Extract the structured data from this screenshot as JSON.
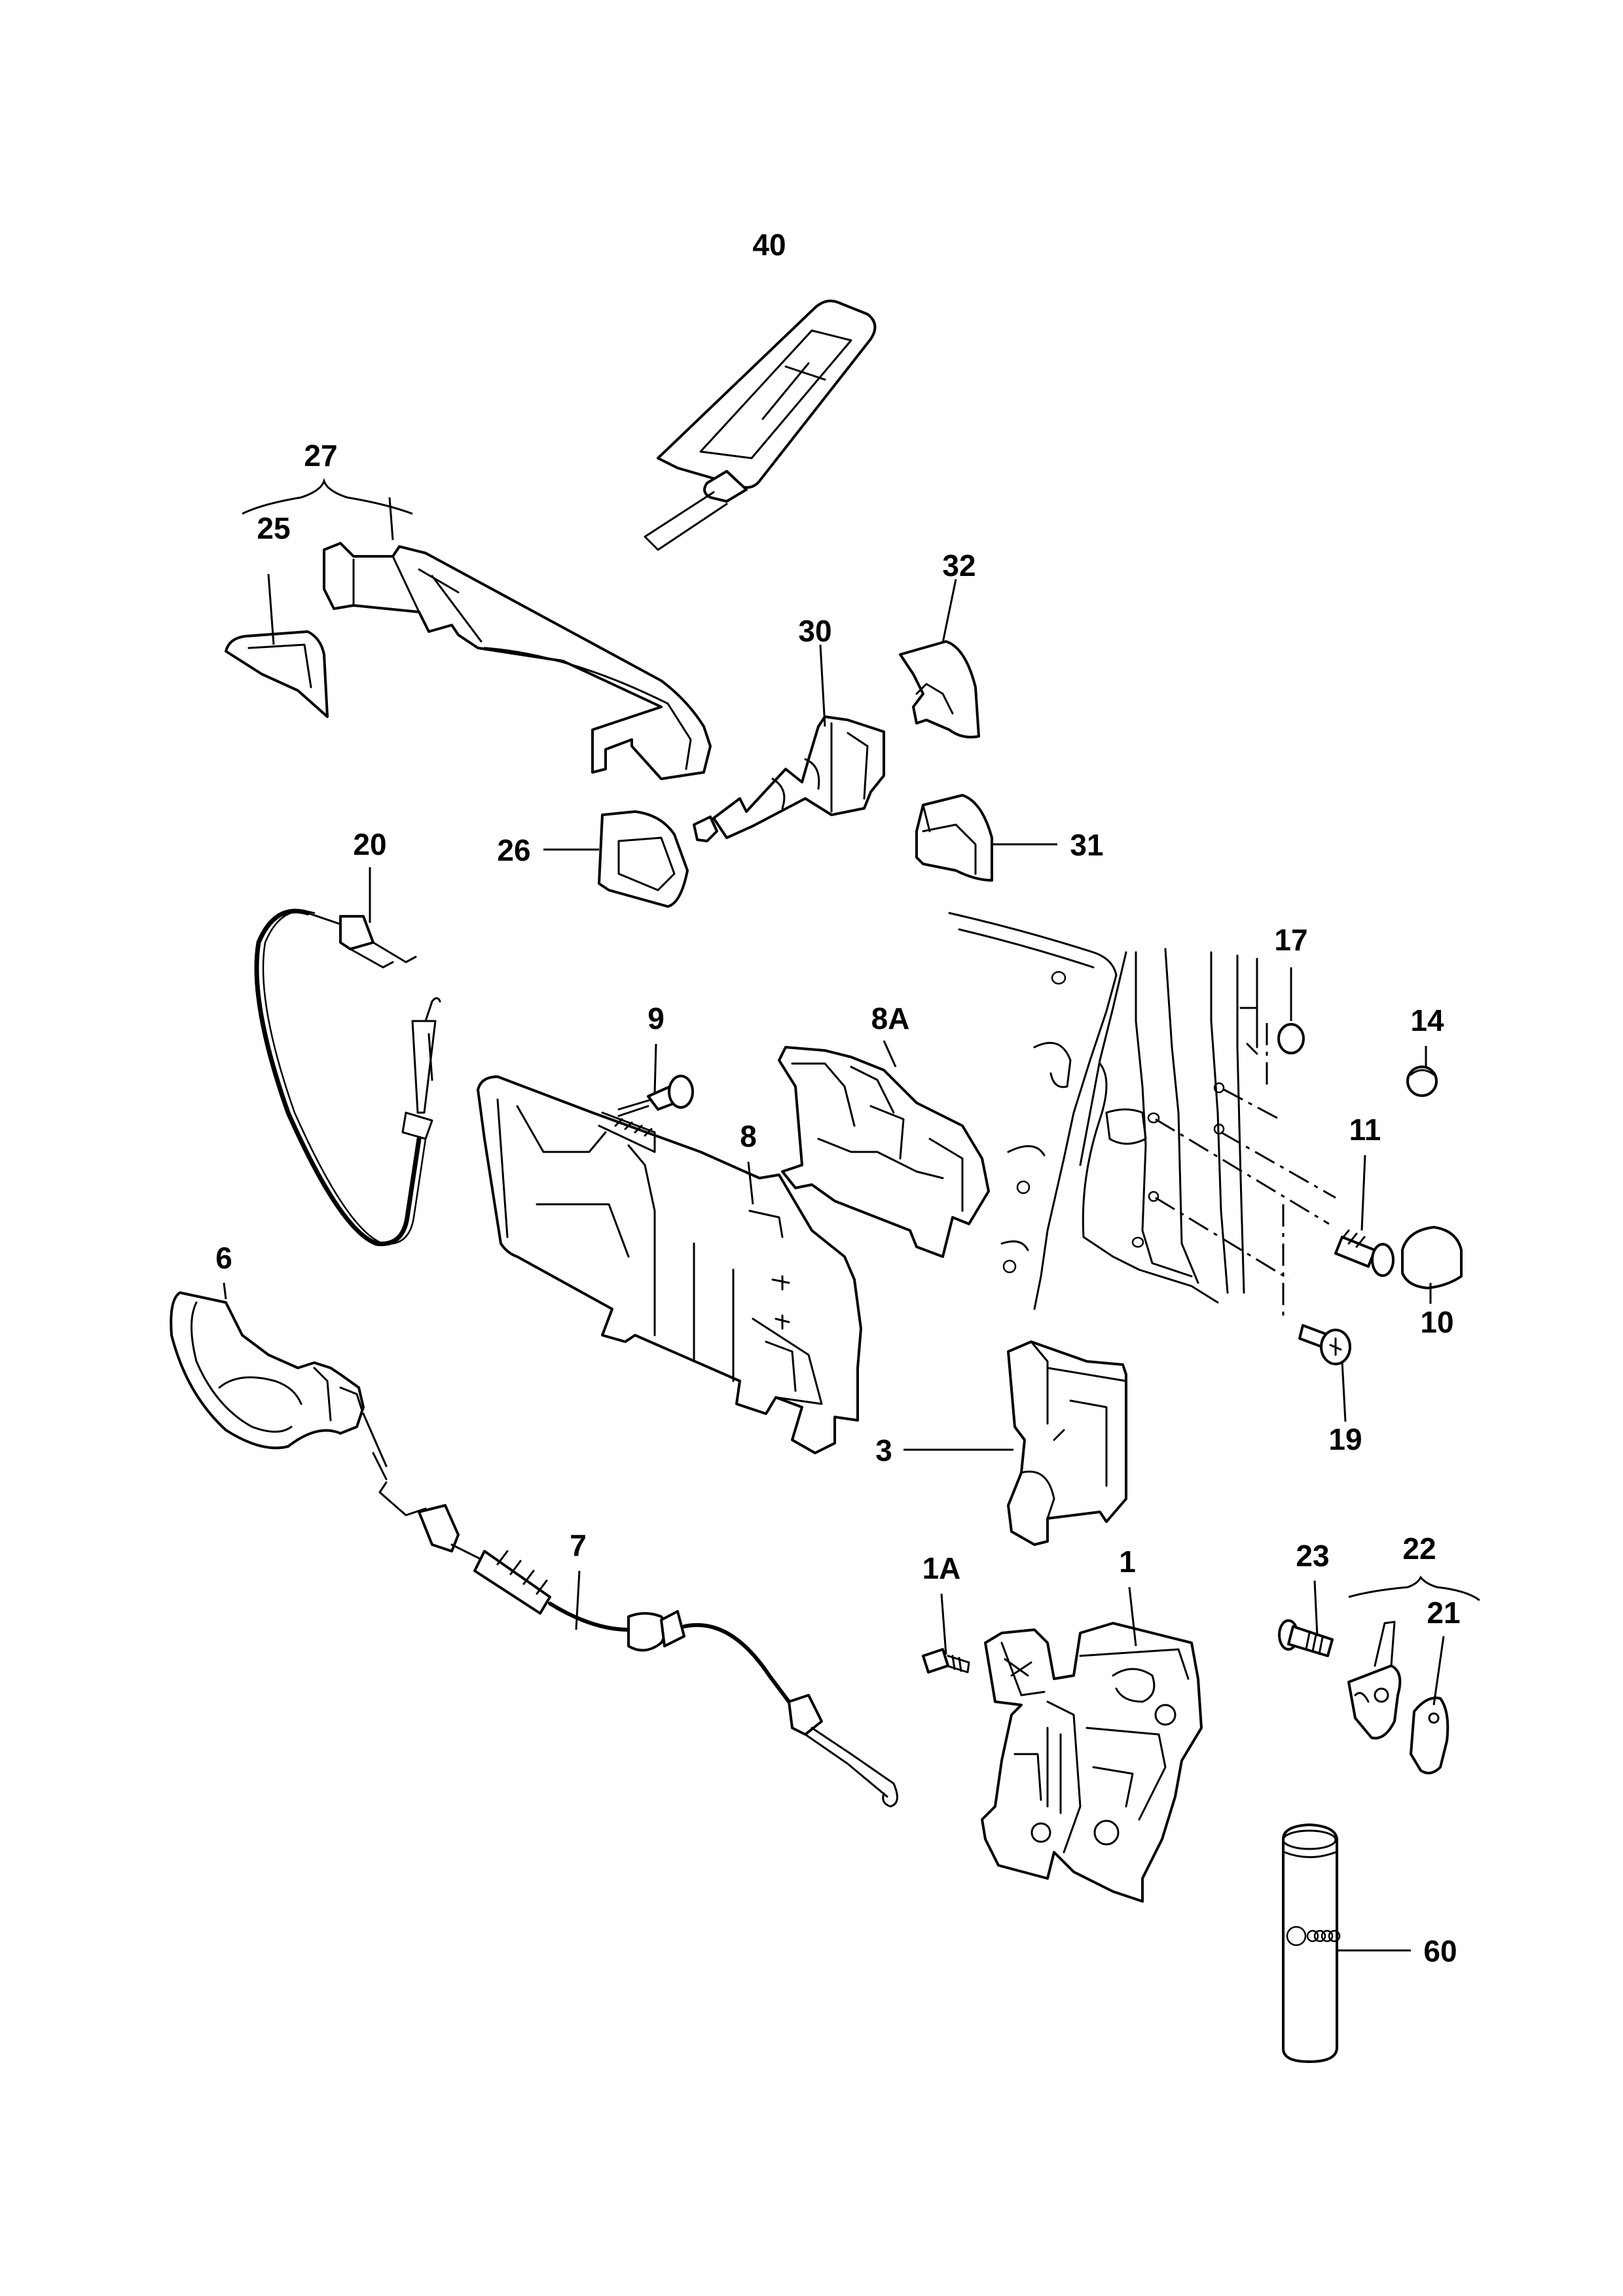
{
  "diagram": {
    "labels": {
      "p40": "40",
      "p27": "27",
      "p25": "25",
      "p32": "32",
      "p30": "30",
      "p26": "26",
      "p31": "31",
      "p20": "20",
      "p17": "17",
      "p14": "14",
      "p9": "9",
      "p8A": "8A",
      "p11": "11",
      "p8": "8",
      "p6": "6",
      "p10": "10",
      "p19": "19",
      "p3": "3",
      "p7": "7",
      "p1A": "1A",
      "p1": "1",
      "p23": "23",
      "p22": "22",
      "p21": "21",
      "p60": "60"
    }
  }
}
